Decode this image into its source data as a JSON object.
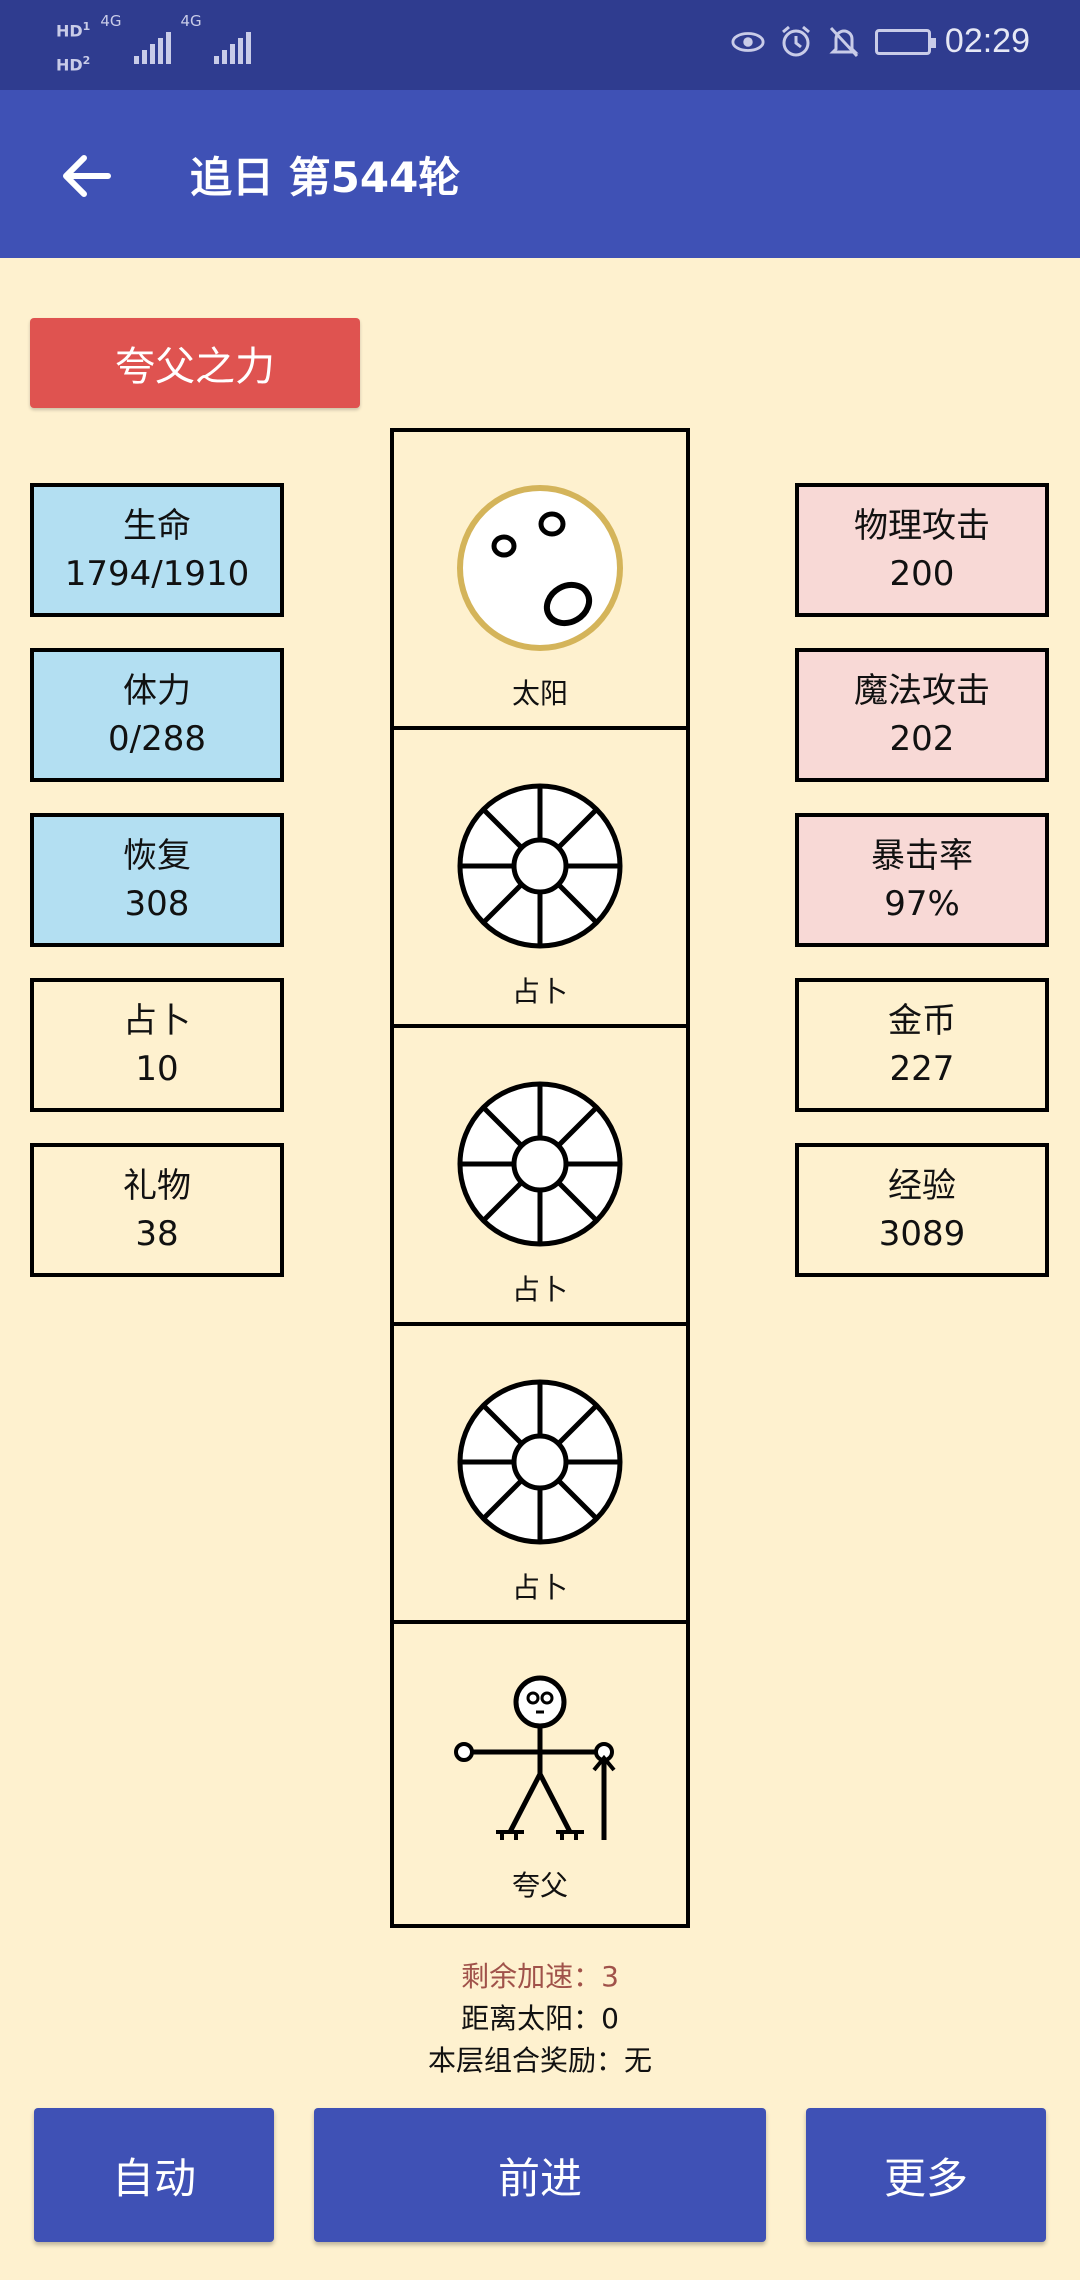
{
  "status_bar": {
    "sim1": "HD",
    "sim1_index": "1",
    "sim2": "HD",
    "sim2_index": "2",
    "net1": "4G",
    "net2": "4G",
    "time": "02:29",
    "icons": [
      "eye-icon",
      "alarm-icon",
      "bell-off-icon",
      "battery-charging-icon"
    ]
  },
  "app_bar": {
    "title": "追日 第544轮",
    "back_icon": "arrow-left-icon"
  },
  "skill_button": "夸父之力",
  "left_stats": [
    {
      "label": "生命",
      "value": "1794/1910",
      "style": "blue"
    },
    {
      "label": "体力",
      "value": "0/288",
      "style": "blue"
    },
    {
      "label": "恢复",
      "value": "308",
      "style": "blue"
    },
    {
      "label": "占卜",
      "value": "10",
      "style": "plain"
    },
    {
      "label": "礼物",
      "value": "38",
      "style": "plain"
    }
  ],
  "right_stats": [
    {
      "label": "物理攻击",
      "value": "200",
      "style": "pink"
    },
    {
      "label": "魔法攻击",
      "value": "202",
      "style": "pink"
    },
    {
      "label": "暴击率",
      "value": "97%",
      "style": "pink"
    },
    {
      "label": "金币",
      "value": "227",
      "style": "plain"
    },
    {
      "label": "经验",
      "value": "3089",
      "style": "plain"
    }
  ],
  "track": [
    {
      "label": "太阳",
      "icon": "sun-icon"
    },
    {
      "label": "占卜",
      "icon": "divination-wheel-icon"
    },
    {
      "label": "占卜",
      "icon": "divination-wheel-icon"
    },
    {
      "label": "占卜",
      "icon": "divination-wheel-icon"
    },
    {
      "label": "夸父",
      "icon": "kuafu-stick-figure-icon"
    }
  ],
  "info": {
    "boost": "剩余加速：3",
    "distance": "距离太阳：0",
    "reward": "本层组合奖励：无"
  },
  "buttons": {
    "auto": "自动",
    "forward": "前进",
    "more": "更多"
  },
  "colors": {
    "background": "#FEF1CF",
    "app_bar": "#3F51B5",
    "status_bar": "#2F3C8F",
    "skill": "#DF5350",
    "stat_blue": "#B3DFF2",
    "stat_pink": "#F8D9D6",
    "boost_text": "#A0524A",
    "sun_ring": "#D4B45A"
  }
}
